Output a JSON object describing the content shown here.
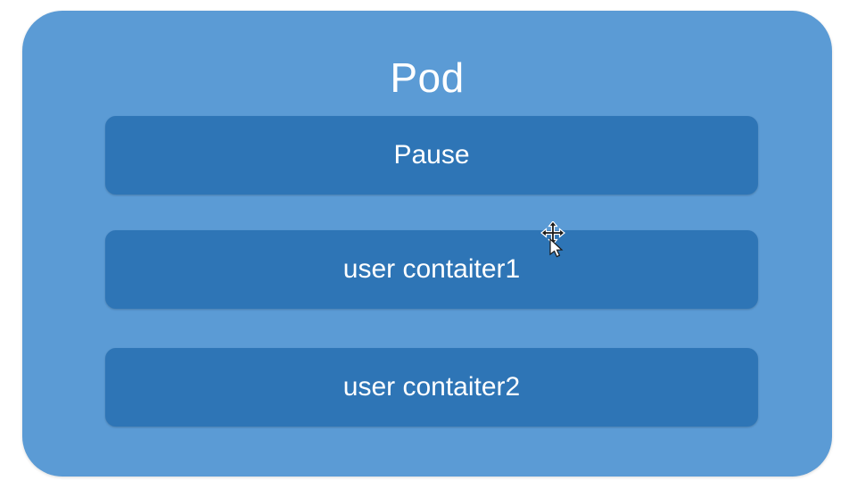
{
  "diagram": {
    "title": "Pod",
    "containers": [
      {
        "label": "Pause"
      },
      {
        "label": "user contaiter1"
      },
      {
        "label": "user contaiter2"
      }
    ],
    "colors": {
      "pod_fill": "#5b9bd5",
      "container_fill": "#2e75b6",
      "text_color": "#ffffff",
      "page_bg": "#ffffff"
    }
  }
}
